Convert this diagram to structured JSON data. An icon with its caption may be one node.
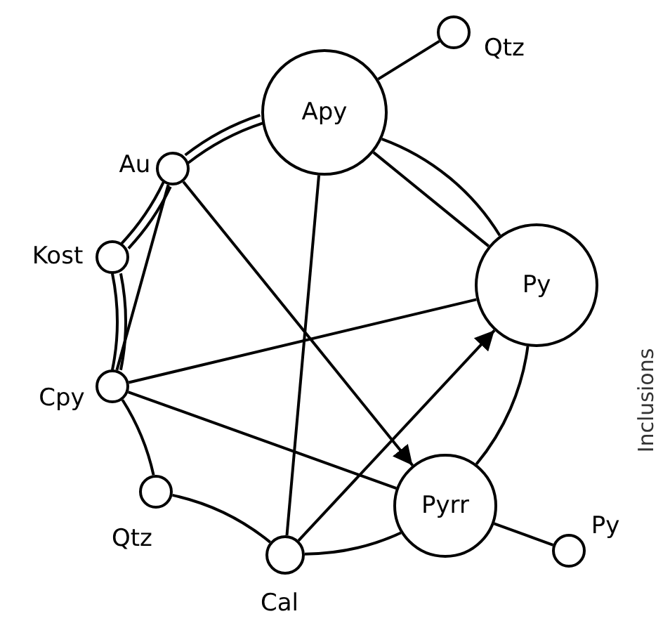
{
  "diagram": {
    "nodes": [
      {
        "text": [
          "Apy"
        ]
      },
      {
        "text": [
          "Qtz"
        ]
      },
      {
        "text": [
          "Au"
        ]
      },
      {
        "text": [
          "Kost"
        ]
      },
      {
        "text": [
          "Py"
        ]
      },
      {
        "text": [
          "Cpy"
        ]
      },
      {
        "text": [
          "Qtz"
        ]
      },
      {
        "text": [
          "Cal"
        ]
      },
      {
        "text": [
          "Pyrr"
        ]
      },
      {
        "text": [
          "Py"
        ]
      }
    ],
    "edges": [
      {
        "from": 0,
        "to": 1,
        "arrow": "none"
      },
      {
        "from": 2,
        "to": 0,
        "arrow": "none"
      },
      {
        "from": 2,
        "to": 0,
        "arrow": "none"
      },
      {
        "from": 0,
        "to": 4,
        "arrow": "none"
      },
      {
        "from": 0,
        "to": 4,
        "arrow": "none"
      },
      {
        "from": 0,
        "to": 7,
        "arrow": "none"
      },
      {
        "from": 3,
        "to": 2,
        "arrow": "none"
      },
      {
        "from": 3,
        "to": 2,
        "arrow": "none"
      },
      {
        "from": 2,
        "to": 5,
        "arrow": "none"
      },
      {
        "from": 2,
        "to": 8,
        "arrow": "to"
      },
      {
        "from": 5,
        "to": 3,
        "arrow": "none"
      },
      {
        "from": 5,
        "to": 3,
        "arrow": "none"
      },
      {
        "from": 5,
        "to": 4,
        "arrow": "none"
      },
      {
        "from": 5,
        "to": 8,
        "arrow": "none"
      },
      {
        "from": 6,
        "to": 5,
        "arrow": "none"
      },
      {
        "from": 7,
        "to": 6,
        "arrow": "none"
      },
      {
        "from": 7,
        "to": 8,
        "arrow": "none"
      },
      {
        "from": 7,
        "to": 4,
        "arrow": "to"
      },
      {
        "from": 8,
        "to": 4,
        "arrow": "none"
      },
      {
        "from": 8,
        "to": 9,
        "arrow": "none"
      }
    ],
    "labels": [
      "Inclusions"
    ]
  }
}
